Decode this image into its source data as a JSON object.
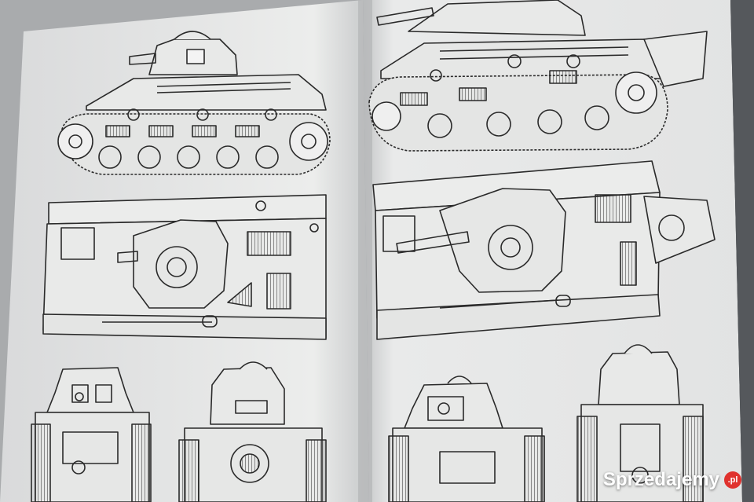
{
  "photo": {
    "subject": "open-book-tank-line-drawings"
  },
  "watermark": {
    "brand": "Sprzedajemy",
    "domain_badge": ".pl",
    "color": "#ffffff",
    "badge_color": "#e0322e"
  },
  "colors": {
    "paper": "#ecedec",
    "paper_shadow": "#bfc1c2",
    "ink": "#2a2a2a",
    "background": "#3a3c40"
  },
  "icons": {
    "badge": "circle-badge-icon"
  }
}
